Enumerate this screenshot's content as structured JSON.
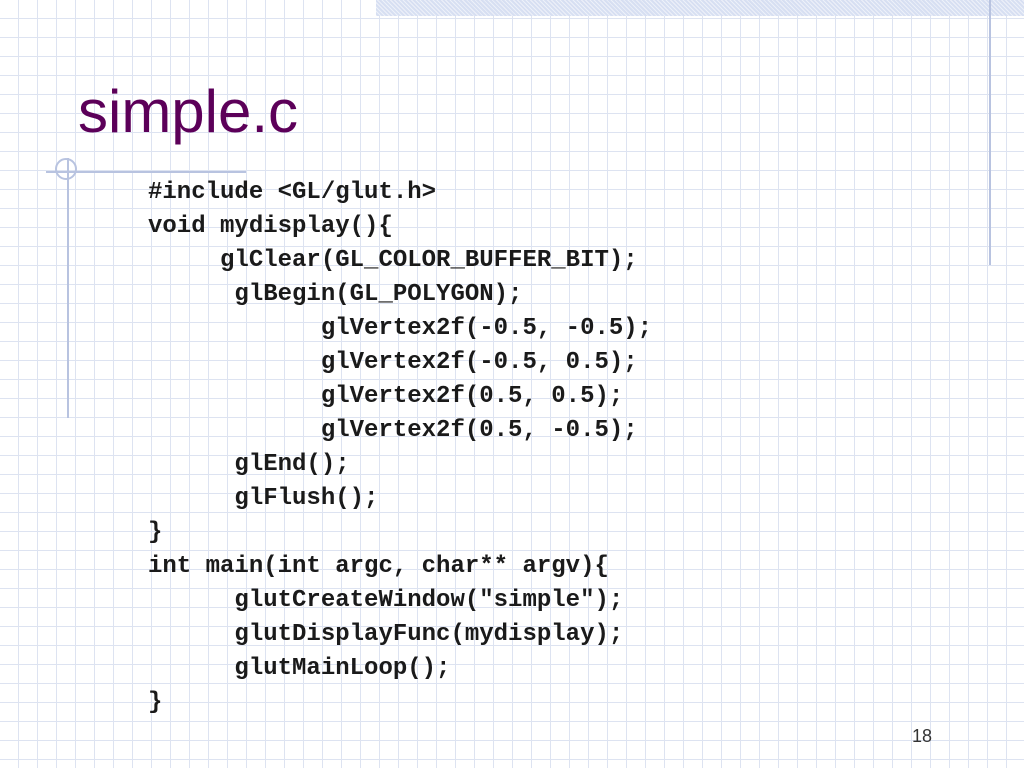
{
  "slide": {
    "title": "simple.c",
    "page_number": "18",
    "title_color": "#5c0059",
    "accent_color": "#b8c3e0"
  },
  "code_lines": [
    "#include <GL/glut.h>",
    "void mydisplay(){",
    "     glClear(GL_COLOR_BUFFER_BIT);",
    "      glBegin(GL_POLYGON);",
    "            glVertex2f(-0.5, -0.5);",
    "            glVertex2f(-0.5, 0.5);",
    "            glVertex2f(0.5, 0.5);",
    "            glVertex2f(0.5, -0.5);",
    "      glEnd();",
    "      glFlush();",
    "}",
    "int main(int argc, char** argv){",
    "      glutCreateWindow(\"simple\");",
    "      glutDisplayFunc(mydisplay);",
    "      glutMainLoop();",
    "}"
  ]
}
